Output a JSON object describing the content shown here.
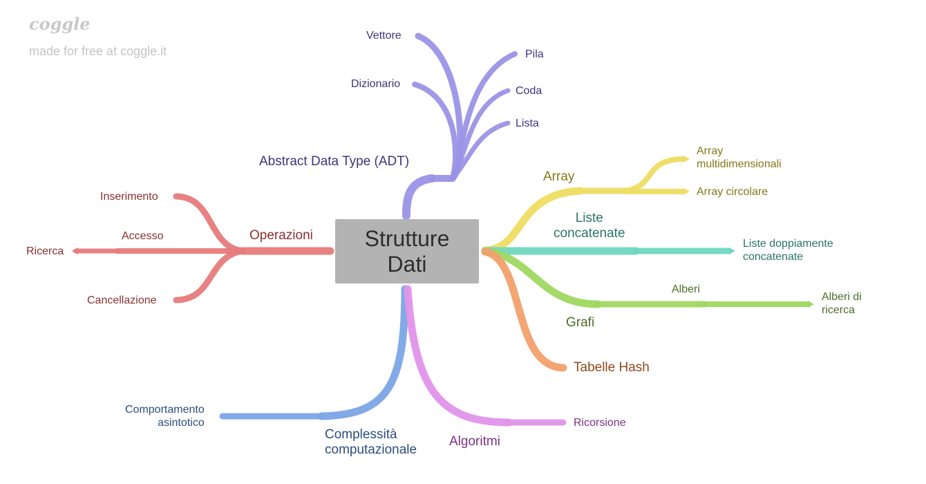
{
  "watermark": {
    "logo": "coggle",
    "subtitle": "made for free at coggle.it"
  },
  "root": {
    "label": "Strutture\nDati"
  },
  "branches": {
    "adt": {
      "label": "Abstract Data Type (ADT)",
      "color": "#9b93e6",
      "text_color": "#3b357a",
      "children": [
        "Vettore",
        "Dizionario",
        "Pila",
        "Coda",
        "Lista"
      ]
    },
    "operazioni": {
      "label": "Operazioni",
      "color": "#e77b7b",
      "text_color": "#8b2f2f",
      "children": [
        "Inserimento",
        "Accesso",
        "Ricerca",
        "Cancellazione"
      ]
    },
    "array": {
      "label": "Array",
      "color": "#eedd62",
      "text_color": "#827818",
      "children": [
        "Array\nmultidimensionali",
        "Array circolare"
      ]
    },
    "liste": {
      "label": "Liste\nconcatenate",
      "color": "#6fd8c0",
      "text_color": "#2a7565",
      "children": [
        "Liste doppiamente\nconcatenate"
      ]
    },
    "grafi": {
      "label": "Grafi",
      "color": "#9fd860",
      "text_color": "#4b6d27",
      "children": [
        "Alberi",
        "Alberi di\nricerca"
      ]
    },
    "hash": {
      "label": "Tabelle Hash",
      "color": "#f2a06c",
      "text_color": "#8c4a1c",
      "children": []
    },
    "complessita": {
      "label": "Complessità\ncomputazionale",
      "color": "#7ba5e6",
      "text_color": "#2c4d80",
      "children": [
        "Comportamento\nasintotico"
      ]
    },
    "algoritmi": {
      "label": "Algoritmi",
      "color": "#e293ea",
      "text_color": "#7b2f86",
      "children": [
        "Ricorsione"
      ]
    }
  }
}
